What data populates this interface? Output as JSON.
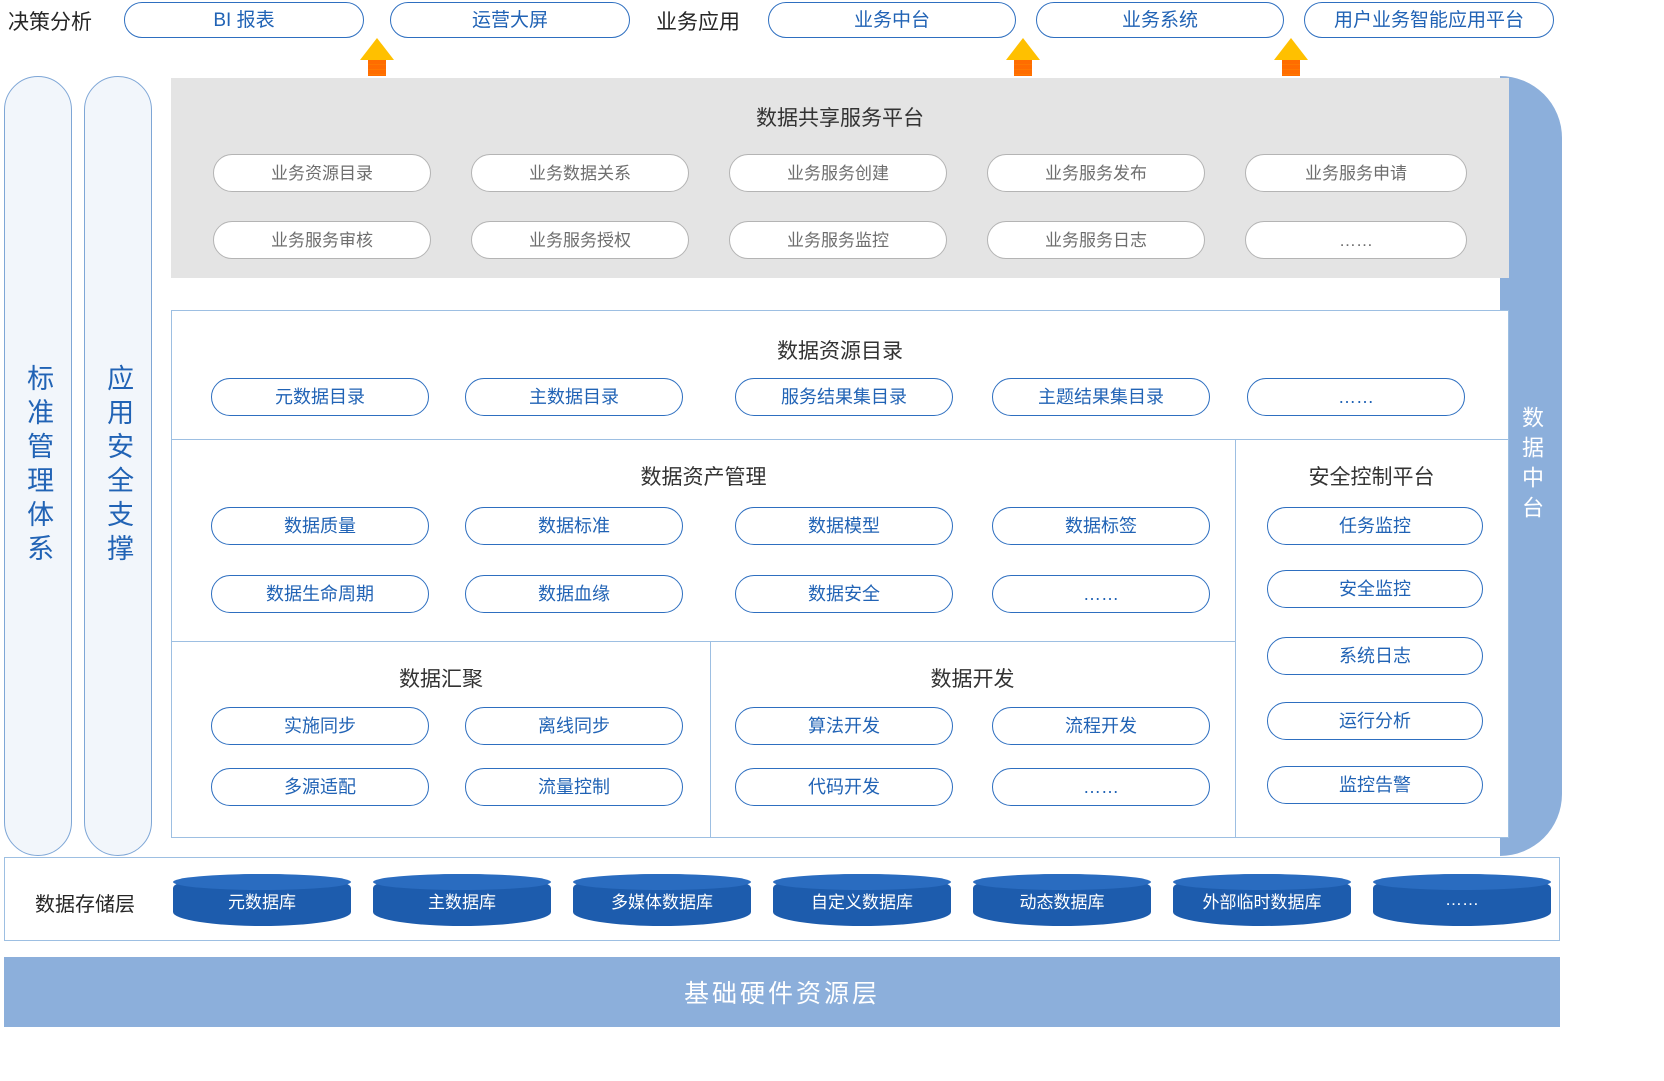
{
  "top_row": {
    "label_left": "决策分析",
    "label_mid": "业务应用",
    "apps_left": [
      "BI 报表",
      "运营大屏"
    ],
    "apps_right": [
      "业务中台",
      "业务系统",
      "用户业务智能应用平台"
    ]
  },
  "left_bars": [
    {
      "text": "标准管理体系"
    },
    {
      "text": "应用安全支撑"
    }
  ],
  "right_bar": {
    "text": "数据中台"
  },
  "share_platform": {
    "title": "数据共享服务平台",
    "row1": [
      "业务资源目录",
      "业务数据关系",
      "业务服务创建",
      "业务服务发布",
      "业务服务申请"
    ],
    "row2": [
      "业务服务审核",
      "业务服务授权",
      "业务服务监控",
      "业务服务日志",
      "……"
    ]
  },
  "resource_catalog": {
    "title": "数据资源目录",
    "items": [
      "元数据目录",
      "主数据目录",
      "服务结果集目录",
      "主题结果集目录",
      "……"
    ]
  },
  "asset_management": {
    "title": "数据资产管理",
    "row1": [
      "数据质量",
      "数据标准",
      "数据模型",
      "数据标签"
    ],
    "row2": [
      "数据生命周期",
      "数据血缘",
      "数据安全",
      "……"
    ]
  },
  "security_platform": {
    "title": "安全控制平台",
    "items": [
      "任务监控",
      "安全监控",
      "系统日志",
      "运行分析",
      "监控告警"
    ]
  },
  "data_convergence": {
    "title": "数据汇聚",
    "row1": [
      "实施同步",
      "离线同步"
    ],
    "row2": [
      "多源适配",
      "流量控制"
    ]
  },
  "data_development": {
    "title": "数据开发",
    "row1": [
      "算法开发",
      "流程开发"
    ],
    "row2": [
      "代码开发",
      "……"
    ]
  },
  "storage_layer": {
    "label": "数据存储层",
    "databases": [
      "元数据库",
      "主数据库",
      "多媒体数据库",
      "自定义数据库",
      "动态数据库",
      "外部临时数据库",
      "……"
    ]
  },
  "hardware_layer": {
    "title": "基础硬件资源层"
  },
  "colors": {
    "accent_blue": "#2163b5",
    "pill_border": "#2e6fc0",
    "gray_panel": "#e4e4e4",
    "gray_pill_border": "#b4b4b4",
    "arrow_yellow": "#FFC000",
    "bar_blue": "#8cafdb",
    "cylinder_blue": "#1d5cad",
    "light_panel": "#f2f6fb"
  }
}
